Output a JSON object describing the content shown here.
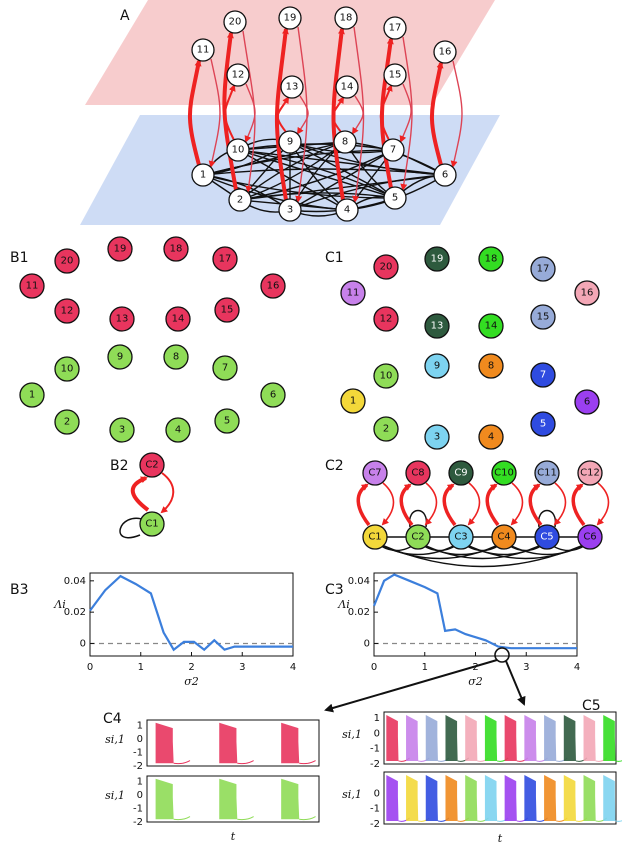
{
  "panel_labels": {
    "A": "A",
    "B1": "B1",
    "B2": "B2",
    "B3": "B3",
    "C1": "C1",
    "C2": "C2",
    "C3": "C3",
    "C4": "C4",
    "C5": "C5"
  },
  "colors": {
    "top_layer": "#f6c6c8",
    "bottom_layer": "#c9d8f4",
    "red_node": "#e8355e",
    "green_node": "#8fdc57",
    "arrow": "#ee2222",
    "line": "#111111",
    "chart_line": "#3c7fdc",
    "baseline_dash": "#888888",
    "cluster": {
      "c1": "#f3d83a",
      "c2": "#8fdc57",
      "c3": "#7dd3f0",
      "c4": "#f08a1e",
      "c5": "#2f4be0",
      "c6": "#9b3ff0",
      "c7": "#c781ea",
      "c8": "#e8355e",
      "c9": "#2e5a3e",
      "c10": "#33dd22",
      "c11": "#97abd8",
      "c12": "#f3a7b6"
    }
  },
  "network_A": {
    "top_nodes": [
      "11",
      "20",
      "12",
      "19",
      "13",
      "18",
      "14",
      "17",
      "15",
      "16"
    ],
    "bottom_nodes": [
      "1",
      "10",
      "2",
      "9",
      "3",
      "8",
      "4",
      "7",
      "5",
      "6"
    ]
  },
  "B1": {
    "red_nodes": [
      "11",
      "20",
      "12",
      "19",
      "13",
      "18",
      "14",
      "17",
      "15",
      "16"
    ],
    "green_nodes": [
      "1",
      "10",
      "2",
      "9",
      "3",
      "8",
      "4",
      "7",
      "5",
      "6"
    ]
  },
  "B2": {
    "nodes": [
      "C2",
      "C1"
    ]
  },
  "C1": {
    "nodes": [
      "1",
      "2",
      "3",
      "4",
      "5",
      "6",
      "7",
      "8",
      "9",
      "10",
      "11",
      "12",
      "13",
      "14",
      "15",
      "16",
      "17",
      "18",
      "19",
      "20"
    ]
  },
  "C2": {
    "top_nodes": [
      "C7",
      "C8",
      "C9",
      "C10",
      "C11",
      "C12"
    ],
    "bottom_nodes": [
      "C1",
      "C2",
      "C3",
      "C4",
      "C5",
      "C6"
    ]
  },
  "chart_data": [
    {
      "type": "line",
      "panel": "B3",
      "xlabel": "σ2",
      "ylabel": "Λi",
      "xlim": [
        0,
        4
      ],
      "ylim": [
        -0.008,
        0.045
      ],
      "xticks": [
        "0",
        "1",
        "2",
        "3",
        "4"
      ],
      "yticks": [
        "0",
        "0.02",
        "0.04"
      ],
      "series": [
        {
          "x": [
            0,
            0.3,
            0.6,
            0.9,
            1.2,
            1.45,
            1.65,
            1.85,
            2.05,
            2.25,
            2.45,
            2.65,
            2.85,
            3.05,
            3.3,
            3.6,
            4.0
          ],
          "values": [
            0.021,
            0.034,
            0.043,
            0.038,
            0.032,
            0.007,
            -0.004,
            0.001,
            0.001,
            -0.004,
            0.002,
            -0.004,
            -0.002,
            -0.002,
            -0.002,
            -0.002,
            -0.002
          ]
        }
      ]
    },
    {
      "type": "line",
      "panel": "C3",
      "xlabel": "σ2",
      "ylabel": "Λi",
      "xlim": [
        0,
        4
      ],
      "ylim": [
        -0.008,
        0.045
      ],
      "xticks": [
        "0",
        "1",
        "2",
        "3",
        "4"
      ],
      "yticks": [
        "0",
        "0.02",
        "0.04"
      ],
      "series": [
        {
          "x": [
            0,
            0.2,
            0.4,
            0.7,
            1.0,
            1.25,
            1.4,
            1.6,
            1.8,
            2.0,
            2.2,
            2.45,
            2.7,
            3.0,
            3.5,
            4.0
          ],
          "values": [
            0.024,
            0.04,
            0.044,
            0.04,
            0.036,
            0.032,
            0.008,
            0.009,
            0.006,
            0.004,
            0.002,
            -0.002,
            -0.003,
            -0.003,
            -0.003,
            -0.003
          ]
        }
      ]
    }
  ],
  "C4": {
    "ylabel": "si,1",
    "xlabel": "t",
    "yticks": [
      "1",
      "0",
      "-1",
      "-2"
    ]
  },
  "C5": {
    "ylabel": "si,1",
    "xlabel": "t",
    "yticks_top": [
      "1",
      "0",
      "-1",
      "-2"
    ],
    "yticks_bottom": [
      "0",
      "-1",
      "-2"
    ]
  }
}
